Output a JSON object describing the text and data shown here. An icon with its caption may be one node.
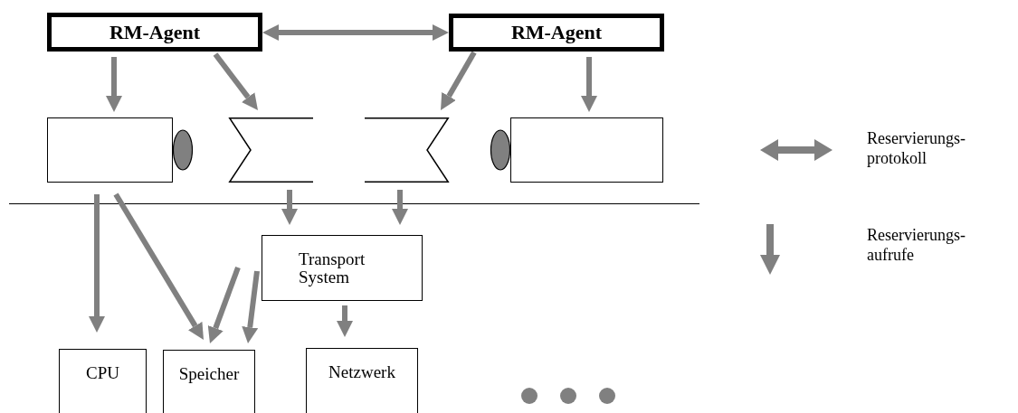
{
  "diagram": {
    "nodes": [
      {
        "text": [
          "RM-Agent"
        ]
      },
      {
        "text": [
          "RM-Agent"
        ]
      },
      {
        "text": [],
        "shape": "box"
      },
      {
        "text": [],
        "shape": "buffer"
      },
      {
        "text": [],
        "shape": "buffer"
      },
      {
        "text": [],
        "shape": "box"
      },
      {
        "text": [
          "Transport System"
        ]
      },
      {
        "text": [
          "CPU"
        ]
      },
      {
        "text": [
          "Speicher"
        ]
      },
      {
        "text": [
          "Netzwerk"
        ]
      }
    ],
    "edges": [
      {
        "from": 0,
        "to": 1,
        "arrow": "both"
      },
      {
        "from": 0,
        "to": 2,
        "arrow": "to"
      },
      {
        "from": 0,
        "to": 3,
        "arrow": "to"
      },
      {
        "from": 1,
        "to": 4,
        "arrow": "to"
      },
      {
        "from": 1,
        "to": 5,
        "arrow": "to"
      },
      {
        "from": 2,
        "to": 7,
        "arrow": "to"
      },
      {
        "from": 2,
        "to": 8,
        "arrow": "to"
      },
      {
        "from": 3,
        "to": 6,
        "arrow": "to"
      },
      {
        "from": 4,
        "to": 6,
        "arrow": "to"
      },
      {
        "from": 6,
        "to": 8,
        "arrow": "to"
      },
      {
        "from": 6,
        "to": 8,
        "arrow": "to"
      },
      {
        "from": 6,
        "to": 9,
        "arrow": "to"
      }
    ],
    "legend": [
      {
        "text": "Reservierungs- protokoll"
      },
      {
        "text": "Reservierungs- aufrufe"
      }
    ]
  }
}
